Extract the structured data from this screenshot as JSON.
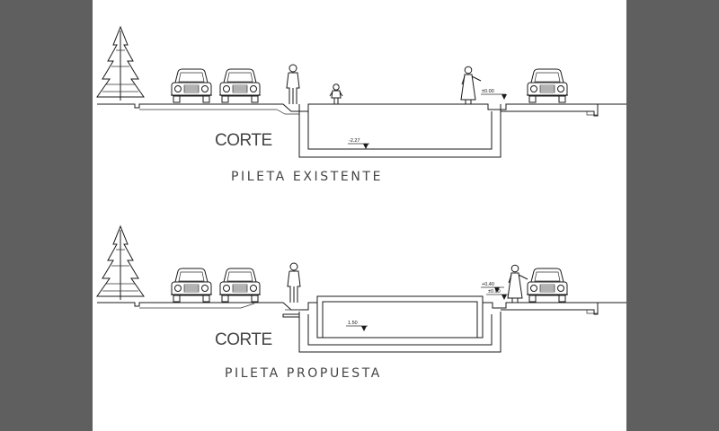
{
  "drawing": {
    "sections": [
      {
        "id": "existing",
        "corte_label": "CORTE",
        "title": "PILETA EXISTENTE",
        "level_ground": "±0.00",
        "level_bottom": "-2.27"
      },
      {
        "id": "proposed",
        "corte_label": "CORTE",
        "title": "PILETA PROPUESTA",
        "level_top": "+0,40",
        "level_ground": "±0.00",
        "level_bottom": "1.50"
      }
    ]
  },
  "colors": {
    "frame": "#5f5f5f",
    "sheet": "#ffffff",
    "line": "#1a1a1a"
  },
  "icons": [
    "tree-icon",
    "car-icon",
    "person-icon",
    "child-icon"
  ]
}
